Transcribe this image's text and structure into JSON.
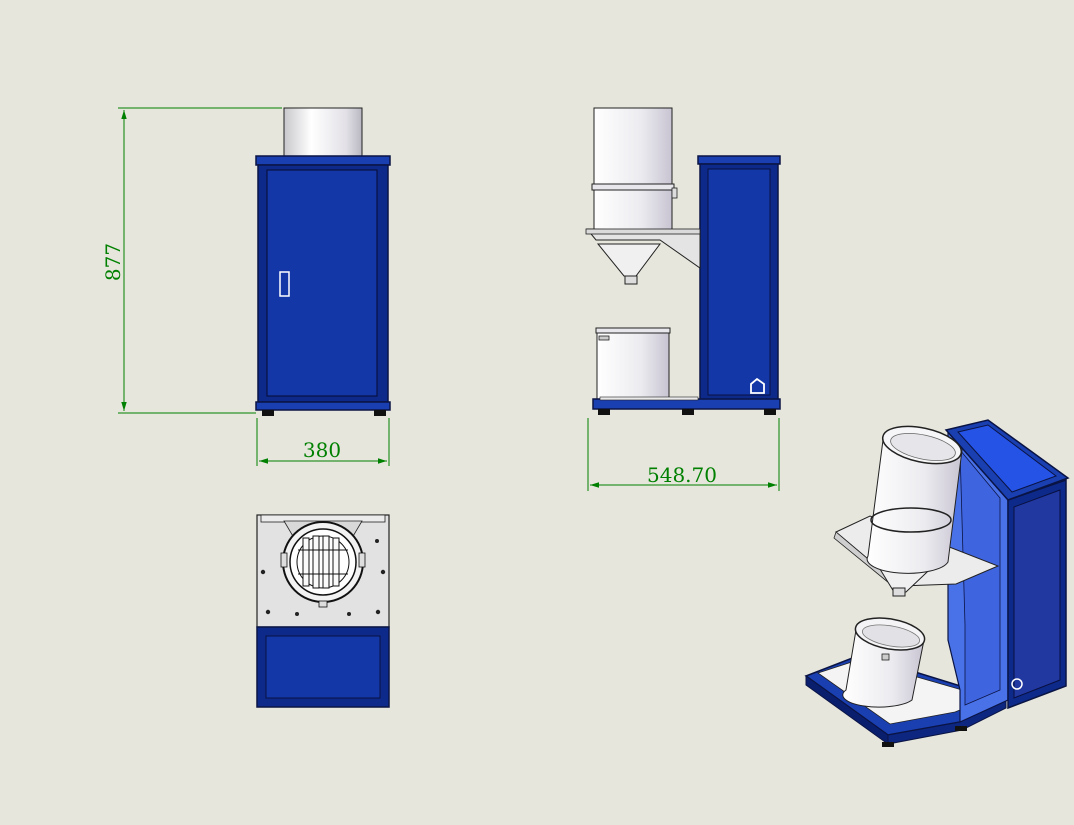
{
  "drawing": {
    "dimensions": {
      "height_label": "877",
      "width_label": "380",
      "depth_label": "548.70"
    },
    "colors": {
      "background": "#e6e6dc",
      "dimension_line": "#008000",
      "cabinet_blue": "#1437a8",
      "cabinet_blue_iso": "#2553e6",
      "frame_navy": "#0a1e6e",
      "metal_light": "#eeeeee",
      "metal_shade": "#cfcfd6",
      "outline": "#111111"
    }
  }
}
